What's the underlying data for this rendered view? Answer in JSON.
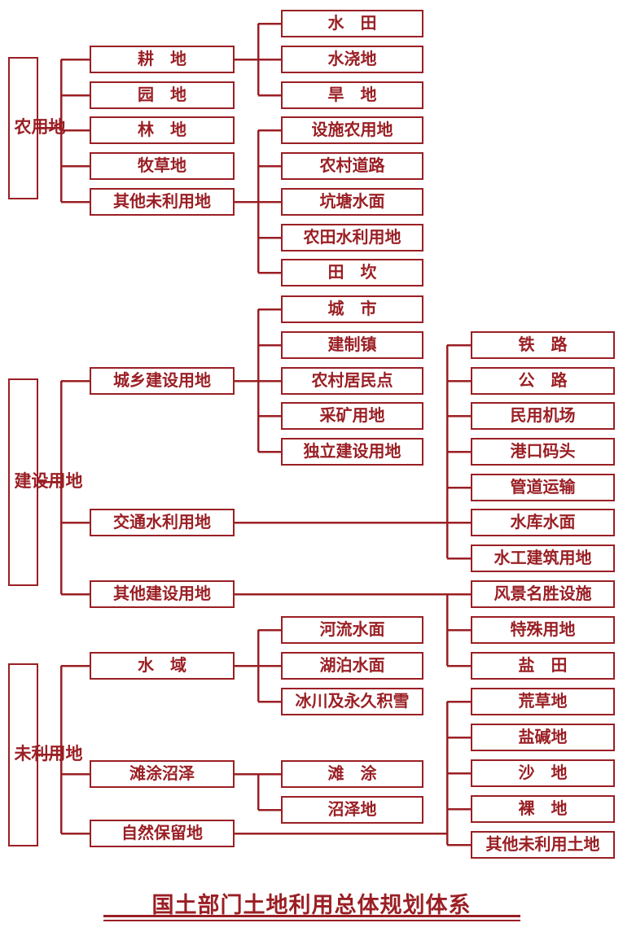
{
  "title": "国土部门土地利用总体规划体系",
  "accent_color": "#9a1f24",
  "tree": [
    {
      "label": "农用地",
      "children": [
        {
          "label": "耕　地",
          "children": [
            {
              "label": "水　田"
            },
            {
              "label": "水浇地"
            },
            {
              "label": "旱　地"
            }
          ]
        },
        {
          "label": "园　地"
        },
        {
          "label": "林　地"
        },
        {
          "label": "牧草地"
        },
        {
          "label": "其他未利用地",
          "children": [
            {
              "label": "设施农用地"
            },
            {
              "label": "农村道路"
            },
            {
              "label": "坑塘水面"
            },
            {
              "label": "农田水利用地"
            },
            {
              "label": "田　坎"
            }
          ]
        }
      ]
    },
    {
      "label": "建设用地",
      "children": [
        {
          "label": "城乡建设用地",
          "children": [
            {
              "label": "城　市"
            },
            {
              "label": "建制镇"
            },
            {
              "label": "农村居民点"
            },
            {
              "label": "采矿用地"
            },
            {
              "label": "独立建设用地"
            }
          ]
        },
        {
          "label": "交通水利用地",
          "children": [
            {
              "label": "铁　路"
            },
            {
              "label": "公　路"
            },
            {
              "label": "民用机场"
            },
            {
              "label": "港口码头"
            },
            {
              "label": "管道运输"
            },
            {
              "label": "水库水面"
            },
            {
              "label": "水工建筑用地"
            }
          ]
        },
        {
          "label": "其他建设用地",
          "children": [
            {
              "label": "风景名胜设施"
            },
            {
              "label": "特殊用地"
            },
            {
              "label": "盐　田"
            }
          ]
        }
      ]
    },
    {
      "label": "未利用地",
      "children": [
        {
          "label": "水　域",
          "children": [
            {
              "label": "河流水面"
            },
            {
              "label": "湖泊水面"
            },
            {
              "label": "冰川及永久积雪"
            }
          ]
        },
        {
          "label": "滩涂沼泽",
          "children": [
            {
              "label": "滩　涂"
            },
            {
              "label": "沼泽地"
            }
          ]
        },
        {
          "label": "自然保留地",
          "children": [
            {
              "label": "荒草地"
            },
            {
              "label": "盐碱地"
            },
            {
              "label": "沙　地"
            },
            {
              "label": "裸　地"
            },
            {
              "label": "其他未利用土地"
            }
          ]
        }
      ]
    }
  ]
}
